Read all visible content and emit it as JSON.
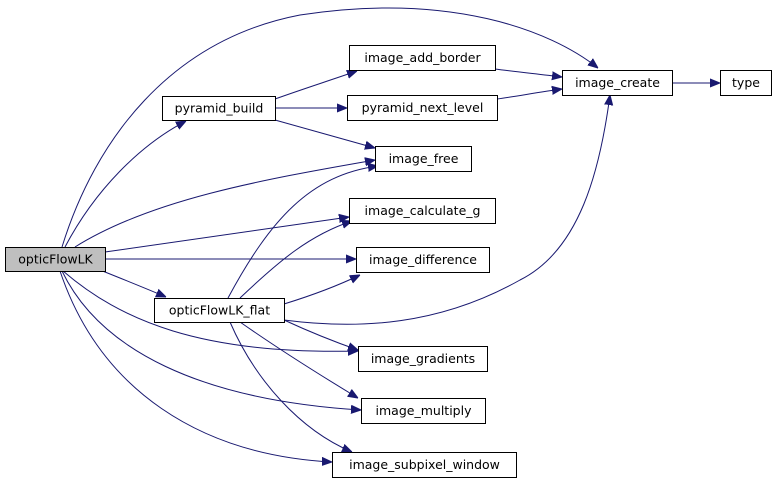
{
  "graph": {
    "nodes": [
      {
        "id": "opticFlowLK",
        "label": "opticFlowLK",
        "root": true
      },
      {
        "id": "pyramid_build",
        "label": "pyramid_build"
      },
      {
        "id": "image_add_border",
        "label": "image_add_border"
      },
      {
        "id": "pyramid_next_level",
        "label": "pyramid_next_level"
      },
      {
        "id": "image_create",
        "label": "image_create"
      },
      {
        "id": "type",
        "label": "type"
      },
      {
        "id": "image_free",
        "label": "image_free"
      },
      {
        "id": "image_calculate_g",
        "label": "image_calculate_g"
      },
      {
        "id": "image_difference",
        "label": "image_difference"
      },
      {
        "id": "opticFlowLK_flat",
        "label": "opticFlowLK_flat"
      },
      {
        "id": "image_gradients",
        "label": "image_gradients"
      },
      {
        "id": "image_multiply",
        "label": "image_multiply"
      },
      {
        "id": "image_subpixel_window",
        "label": "image_subpixel_window"
      }
    ],
    "edges": [
      [
        "opticFlowLK",
        "image_create"
      ],
      [
        "opticFlowLK",
        "pyramid_build"
      ],
      [
        "opticFlowLK",
        "image_free"
      ],
      [
        "opticFlowLK",
        "image_calculate_g"
      ],
      [
        "opticFlowLK",
        "image_difference"
      ],
      [
        "opticFlowLK",
        "opticFlowLK_flat"
      ],
      [
        "opticFlowLK",
        "image_gradients"
      ],
      [
        "opticFlowLK",
        "image_multiply"
      ],
      [
        "opticFlowLK",
        "image_subpixel_window"
      ],
      [
        "pyramid_build",
        "image_add_border"
      ],
      [
        "pyramid_build",
        "pyramid_next_level"
      ],
      [
        "pyramid_build",
        "image_free"
      ],
      [
        "image_add_border",
        "image_create"
      ],
      [
        "pyramid_next_level",
        "image_create"
      ],
      [
        "image_create",
        "type"
      ],
      [
        "opticFlowLK_flat",
        "image_free"
      ],
      [
        "opticFlowLK_flat",
        "image_calculate_g"
      ],
      [
        "opticFlowLK_flat",
        "image_difference"
      ],
      [
        "opticFlowLK_flat",
        "image_create"
      ],
      [
        "opticFlowLK_flat",
        "image_gradients"
      ],
      [
        "opticFlowLK_flat",
        "image_multiply"
      ],
      [
        "opticFlowLK_flat",
        "image_subpixel_window"
      ]
    ]
  }
}
